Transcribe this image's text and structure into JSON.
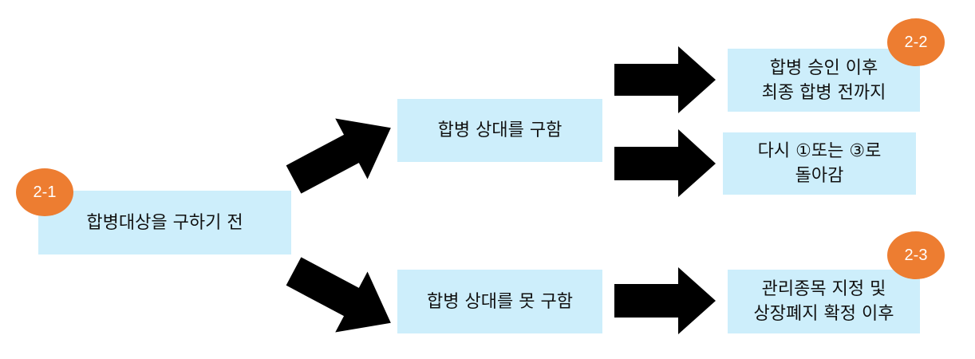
{
  "diagram": {
    "nodes": {
      "start": {
        "lines": [
          "합병대상을 구하기 전"
        ]
      },
      "found": {
        "lines": [
          "합병 상대를 구함"
        ]
      },
      "not_found": {
        "lines": [
          "합병 상대를 못 구함"
        ]
      },
      "after_approval": {
        "lines": [
          "합병 승인 이후",
          "최종 합병 전까지"
        ]
      },
      "return": {
        "lines": [
          "다시 ①또는 ③로",
          "돌아감"
        ]
      },
      "delisting": {
        "lines": [
          "관리종목 지정 및",
          "상장폐지 확정 이후"
        ]
      }
    },
    "badges": {
      "b21": "2-1",
      "b22": "2-2",
      "b23": "2-3"
    },
    "colors": {
      "box_fill": "#cdeefb",
      "badge_fill": "#ed7d31",
      "arrow_fill": "#000000"
    },
    "edges": [
      {
        "from": "start",
        "to": "found"
      },
      {
        "from": "start",
        "to": "not_found"
      },
      {
        "from": "found",
        "to": "after_approval"
      },
      {
        "from": "found",
        "to": "return"
      },
      {
        "from": "not_found",
        "to": "delisting"
      }
    ]
  }
}
